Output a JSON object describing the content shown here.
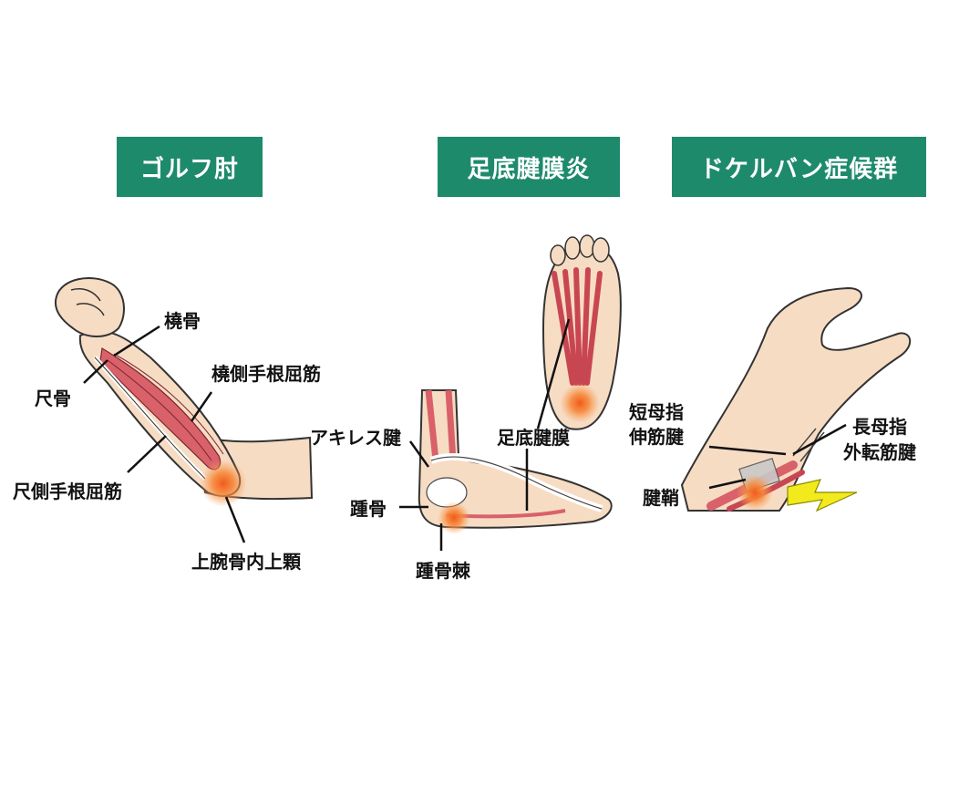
{
  "sections": {
    "golf_elbow": {
      "title": "ゴルフ肘",
      "labels": {
        "radius": "橈骨",
        "ulna": "尺骨",
        "fcr": "橈側手根屈筋",
        "fcu": "尺側手根屈筋",
        "epicondyle": "上腕骨内上顆"
      }
    },
    "plantar_fasciitis": {
      "title": "足底腱膜炎",
      "labels": {
        "achilles": "アキレス腱",
        "fascia": "足底腱膜",
        "calcaneus": "踵骨",
        "spur": "踵骨棘"
      }
    },
    "de_quervain": {
      "title": "ドケルバン症候群",
      "labels": {
        "epb_line1": "短母指",
        "epb_line2": "伸筋腱",
        "apl_line1": "長母指",
        "apl_line2": "外転筋腱",
        "sheath": "腱鞘"
      }
    }
  },
  "colors": {
    "title_bg": "#1e8a6c",
    "skin": "#f7dcc4",
    "muscle": "#d9616a",
    "pain": "#f07a2a",
    "lightning": "#f2ea1c"
  }
}
